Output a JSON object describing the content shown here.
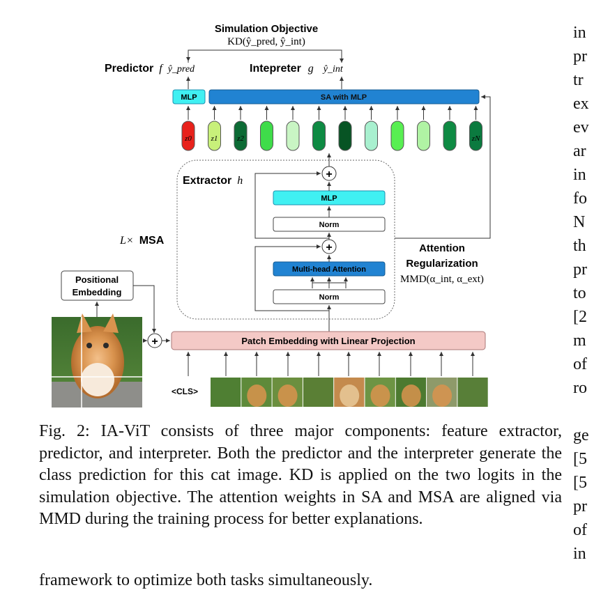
{
  "figure": {
    "simulation_objective_title": "Simulation Objective",
    "kd_formula": "KD(ŷ_pred, ŷ_int)",
    "predictor_label": "Predictor",
    "predictor_symbol": "f",
    "y_pred": "ŷ_pred",
    "interpreter_label": "Intepreter",
    "interpreter_symbol": "g",
    "y_int": "ŷ_int",
    "mlp_top_label": "MLP",
    "sa_label": "SA with MLP",
    "tokens": [
      "z0",
      "z1",
      "z2",
      "",
      "",
      "",
      "",
      "",
      "",
      "",
      "",
      "zN"
    ],
    "token_colors": [
      "#e8211b",
      "#c8f07a",
      "#0c6b35",
      "#3fdc4a",
      "#c9f5c4",
      "#0e8a43",
      "#075424",
      "#a8f0cf",
      "#58ef52",
      "#b0f3a4",
      "#0e8a43",
      "#0b7a3f"
    ],
    "extractor_label": "Extractor",
    "extractor_symbol": "h",
    "mlp_inner_label": "MLP",
    "norm_top_label": "Norm",
    "mha_label": "Multi-head Attention",
    "norm_bottom_label": "Norm",
    "msa_prefix": "L×",
    "msa_label": "MSA",
    "attention_reg_line1": "Attention",
    "attention_reg_line2": "Regularization",
    "mmd_formula": "MMD(α_int, α_ext)",
    "positional_line1": "Positional",
    "positional_line2": "Embedding",
    "patch_embedding_label": "Patch Embedding with Linear Projection",
    "cls_token": "<CLS>",
    "plus": "+"
  },
  "caption": {
    "text": "Fig. 2: IA-ViT consists of three major components: feature extractor, predictor, and interpreter. Both the predictor and the interpreter generate the class prediction for this cat image. KD is applied on the two logits in the simulation objective. The attention weights in SA and MSA are aligned via MMD during the training process for better explanations."
  },
  "body_text_continuation": "framework to optimize both tasks simultaneously.",
  "right_column_fragments": [
    "in",
    "pr",
    "tr",
    "ex",
    "ev",
    "ar",
    "in",
    "fo",
    "N",
    "th",
    "pr",
    "to",
    "[2",
    "m",
    "of",
    "ro",
    "",
    "ge",
    "[5",
    "[5",
    "pr",
    "of",
    "in"
  ]
}
